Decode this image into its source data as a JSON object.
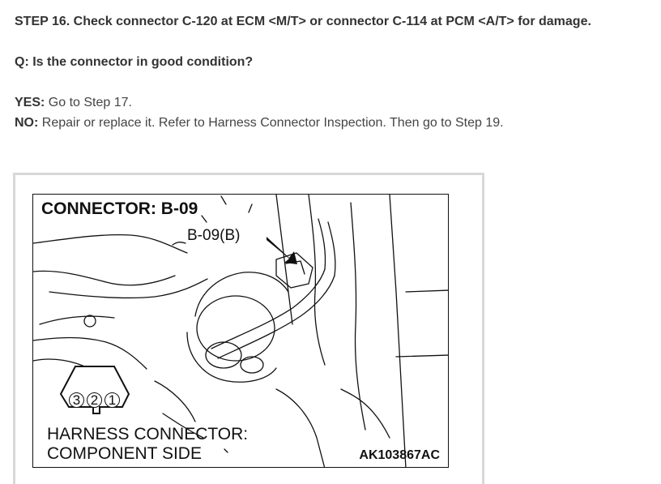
{
  "step": {
    "heading": "STEP 16. Check connector C-120 at ECM <M/T> or connector C-114 at PCM <A/T> for damage."
  },
  "question": {
    "text": "Q: Is the connector in good condition?"
  },
  "answers": {
    "yes_label": "YES:",
    "yes_text": " Go to Step 17.",
    "no_label": "NO:",
    "no_text": " Repair or replace it. Refer to Harness Connector Inspection. Then go to Step 19."
  },
  "figure": {
    "title": "CONNECTOR: B-09",
    "callout": "B-09(B)",
    "harness_line1": "HARNESS CONNECTOR:",
    "harness_line2": "COMPONENT SIDE",
    "pins": [
      "3",
      "2",
      "1"
    ],
    "code": "AK103867AC"
  }
}
